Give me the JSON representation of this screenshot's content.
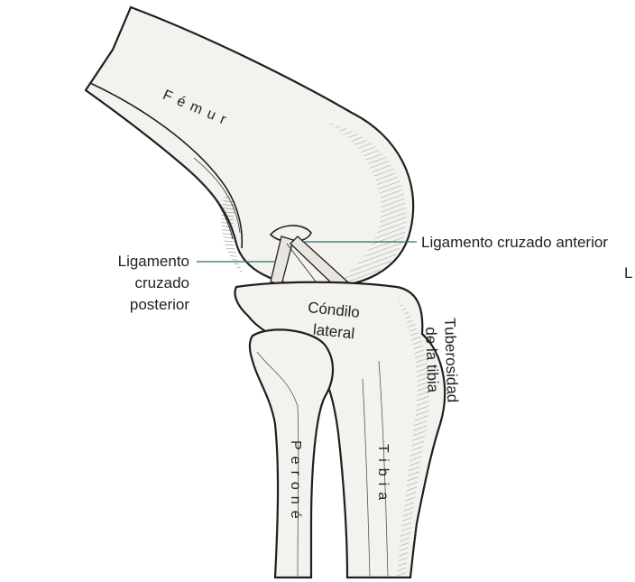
{
  "labels": {
    "femur": "Fémur",
    "acl": "Ligamento cruzado anterior",
    "edge_fragment": "L",
    "pcl_line1": "Ligamento",
    "pcl_line2": "cruzado",
    "pcl_line3": "posterior",
    "condyle_line1": "Cóndilo",
    "condyle_line2": "lateral",
    "tuberosity_line1": "Tuberosidad",
    "tuberosity_line2": "de la tibia",
    "tibia": "Tibia",
    "fibula": "Peroné"
  },
  "colors": {
    "ink": "#1f1f1f",
    "bone_fill": "#f4f2ee",
    "leader_line": "#2f6f6a"
  }
}
